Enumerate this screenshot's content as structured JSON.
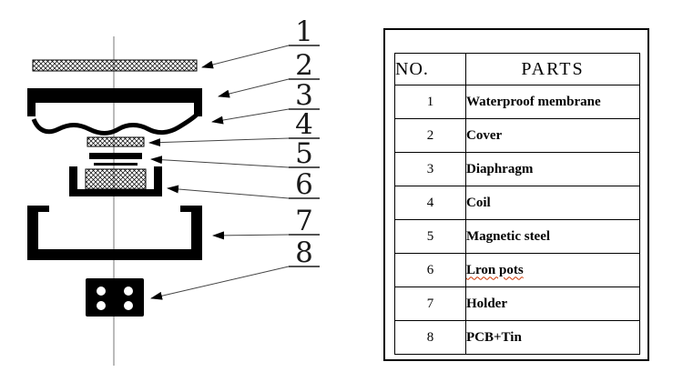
{
  "figure": {
    "callouts": [
      "1",
      "2",
      "3",
      "4",
      "5",
      "6",
      "7",
      "8"
    ]
  },
  "table": {
    "header": {
      "no": "NO.",
      "parts": "PARTS"
    },
    "rows": [
      {
        "no": "1",
        "part": "Waterproof membrane"
      },
      {
        "no": "2",
        "part": "Cover"
      },
      {
        "no": "3",
        "part": "Diaphragm"
      },
      {
        "no": "4",
        "part": "Coil"
      },
      {
        "no": "5",
        "part": "Magnetic steel"
      },
      {
        "no": "6",
        "part": "Lron pots"
      },
      {
        "no": "7",
        "part": "Holder"
      },
      {
        "no": "8",
        "part": "PCB+Tin"
      }
    ]
  },
  "colors": {
    "ink": "#000000",
    "leader_line": "#444444",
    "spellcheck_underline": "#cc3300"
  }
}
